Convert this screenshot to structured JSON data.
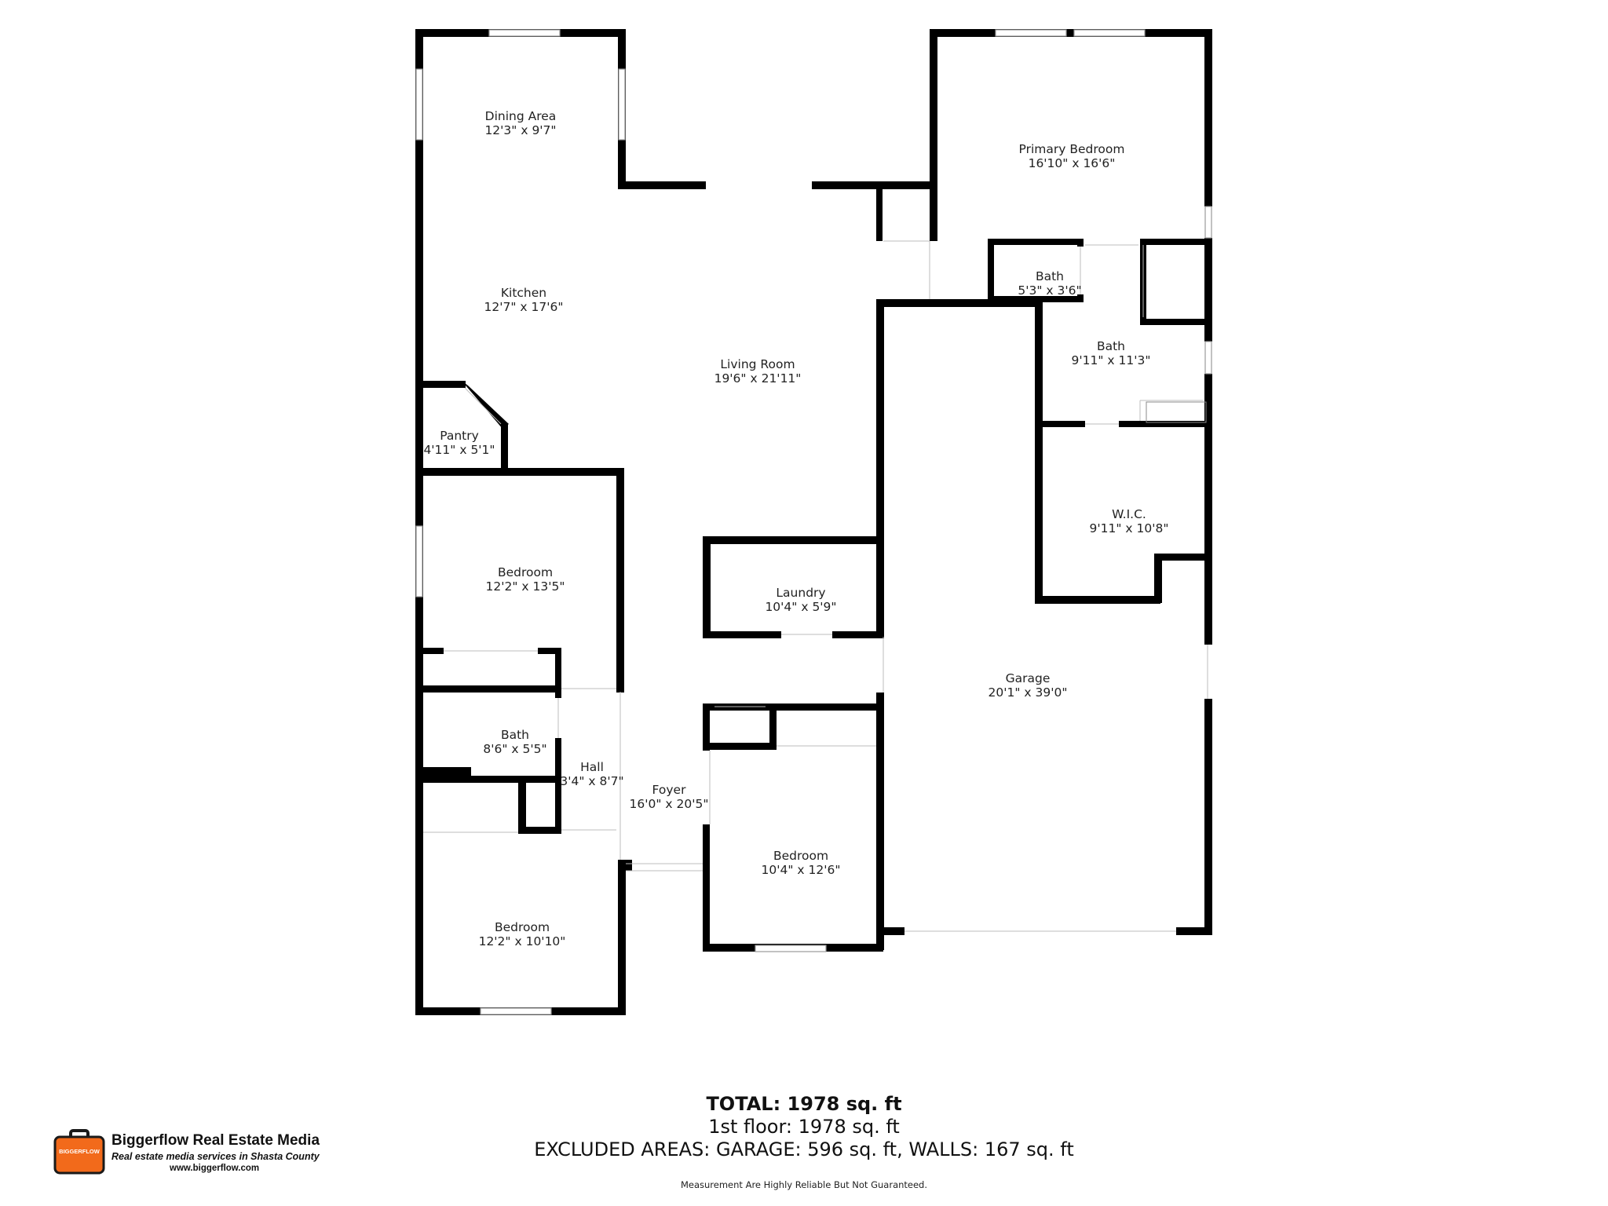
{
  "rooms": [
    {
      "id": "dining-area",
      "name": "Dining Area",
      "dims": "12'3\" x 9'7\""
    },
    {
      "id": "kitchen",
      "name": "Kitchen",
      "dims": "12'7\" x 17'6\""
    },
    {
      "id": "living-room",
      "name": "Living Room",
      "dims": "19'6\" x 21'11\""
    },
    {
      "id": "pantry",
      "name": "Pantry",
      "dims": "4'11\" x 5'1\""
    },
    {
      "id": "bedroom-1",
      "name": "Bedroom",
      "dims": "12'2\" x 13'5\""
    },
    {
      "id": "bath-hall",
      "name": "Bath",
      "dims": "8'6\" x 5'5\""
    },
    {
      "id": "hall",
      "name": "Hall",
      "dims": "3'4\" x 8'7\""
    },
    {
      "id": "bedroom-2",
      "name": "Bedroom",
      "dims": "12'2\" x 10'10\""
    },
    {
      "id": "foyer",
      "name": "Foyer",
      "dims": "16'0\" x 20'5\""
    },
    {
      "id": "laundry",
      "name": "Laundry",
      "dims": "10'4\" x 5'9\""
    },
    {
      "id": "bedroom-3",
      "name": "Bedroom",
      "dims": "10'4\" x 12'6\""
    },
    {
      "id": "primary-bedroom",
      "name": "Primary Bedroom",
      "dims": "16'10\" x 16'6\""
    },
    {
      "id": "bath-small",
      "name": "Bath",
      "dims": "5'3\" x 3'6\""
    },
    {
      "id": "bath-primary",
      "name": "Bath",
      "dims": "9'11\" x 11'3\""
    },
    {
      "id": "wic",
      "name": "W.I.C.",
      "dims": "9'11\" x 10'8\""
    },
    {
      "id": "garage",
      "name": "Garage",
      "dims": "20'1\" x 39'0\""
    }
  ],
  "summary": {
    "total": "TOTAL: 1978 sq. ft",
    "floor": "1st floor: 1978 sq. ft",
    "excluded": "EXCLUDED AREAS: GARAGE: 596 sq. ft, WALLS: 167 sq. ft",
    "disclaimer": "Measurement Are Highly Reliable But Not Guaranteed."
  },
  "brand": {
    "logo_text": "BIGGERFLOW",
    "name": "Biggerflow Real Estate Media",
    "tagline": "Real estate media services in Shasta County",
    "url": "www.biggerflow.com",
    "logo_color": "#f26a1b"
  },
  "colors": {
    "wall": "#000000",
    "window": "#d8d8d8"
  }
}
